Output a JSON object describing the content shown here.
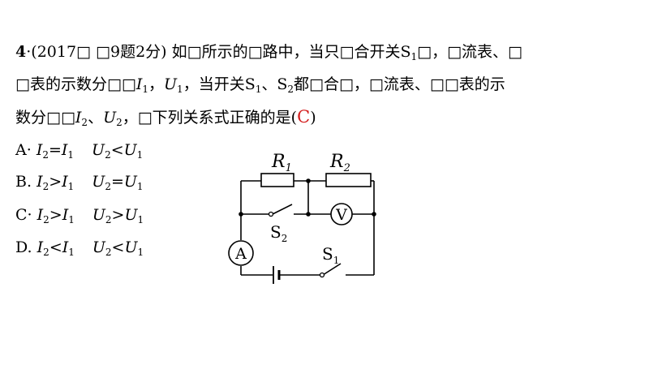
{
  "question": {
    "number": "4",
    "sep": "·",
    "source": "(2017□ □9题2分)",
    "line1_a": " 如□所示的□路中，当只□合开关S",
    "line1_sub": "1",
    "line1_b": "□，□流表、□",
    "line2_a": "□表的示数分□□",
    "line2_i": "I",
    "line2_i_sub": "1",
    "line2_comma": "，",
    "line2_u": "U",
    "line2_u_sub": "1",
    "line2_b": "，当开关S",
    "line2_s1_sub": "1",
    "line2_c": "、S",
    "line2_s2_sub": "2",
    "line2_d": "都□合□，□流表、□□表的示",
    "line3_a": "数分□□",
    "line3_i": "I",
    "line3_i_sub": "2",
    "line3_sep": "、",
    "line3_u": "U",
    "line3_u_sub": "2",
    "line3_b": "，□下列关系式正确的是(",
    "answer": "C",
    "line3_close": ")"
  },
  "options": [
    {
      "label": "A·",
      "i_left": "I",
      "i_left_sub": "2",
      "rel1": "=",
      "i_right": "I",
      "i_right_sub": "1",
      "u_left": "U",
      "u_left_sub": "2",
      "rel2": "<",
      "u_right": "U",
      "u_right_sub": "1"
    },
    {
      "label": "B.",
      "i_left": "I",
      "i_left_sub": "2",
      "rel1": ">",
      "i_right": "I",
      "i_right_sub": "1",
      "u_left": "U",
      "u_left_sub": "2",
      "rel2": "=",
      "u_right": "U",
      "u_right_sub": "1"
    },
    {
      "label": "C·",
      "i_left": "I",
      "i_left_sub": "2",
      "rel1": ">",
      "i_right": "I",
      "i_right_sub": "1",
      "u_left": "U",
      "u_left_sub": "2",
      "rel2": ">",
      "u_right": "U",
      "u_right_sub": "1"
    },
    {
      "label": "D.",
      "i_left": "I",
      "i_left_sub": "2",
      "rel1": "<",
      "i_right": "I",
      "i_right_sub": "1",
      "u_left": "U",
      "u_left_sub": "2",
      "rel2": "<",
      "u_right": "U",
      "u_right_sub": "1"
    }
  ],
  "circuit": {
    "r1": "R",
    "r1_sub": "1",
    "r2": "R",
    "r2_sub": "2",
    "voltmeter": "V",
    "ammeter": "A",
    "s2": "S",
    "s2_sub": "2",
    "s1": "S",
    "s1_sub": "1"
  }
}
